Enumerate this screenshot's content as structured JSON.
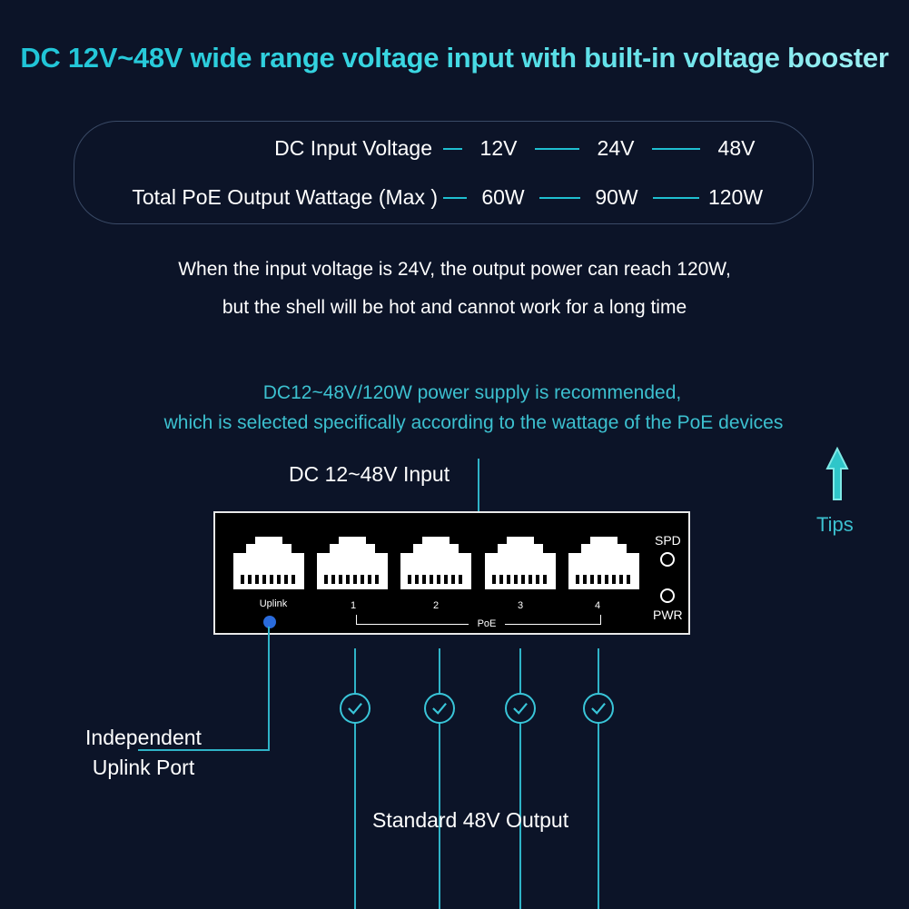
{
  "headline": "DC 12V~48V wide range voltage input with built-in voltage booster",
  "spec_table": {
    "rows": [
      {
        "label": "DC Input Voltage",
        "values": [
          "12V",
          "24V",
          "48V"
        ]
      },
      {
        "label": "Total PoE Output Wattage (Max )",
        "values": [
          "60W",
          "90W",
          "120W"
        ]
      }
    ]
  },
  "note": {
    "line1": "When the input voltage is 24V, the output power can reach 120W,",
    "line2": "but the shell will be hot and cannot work for a long time"
  },
  "tip": {
    "line1": "DC12~48V/120W power supply is recommended,",
    "line2": "which is selected specifically according to the wattage of the PoE devices",
    "label": "Tips"
  },
  "input_label": "DC 12~48V Input",
  "switch": {
    "uplink_label": "Uplink",
    "ports": [
      "1",
      "2",
      "3",
      "4"
    ],
    "poe_label": "PoE",
    "leds": [
      "SPD",
      "PWR"
    ]
  },
  "uplink_callout": {
    "line1": "Independent",
    "line2": "Uplink Port"
  },
  "output_label": "Standard 48V Output",
  "colors": {
    "background": "#0c1428",
    "accent": "#3cc0cf",
    "uplink_dot": "#2a6bdc"
  }
}
